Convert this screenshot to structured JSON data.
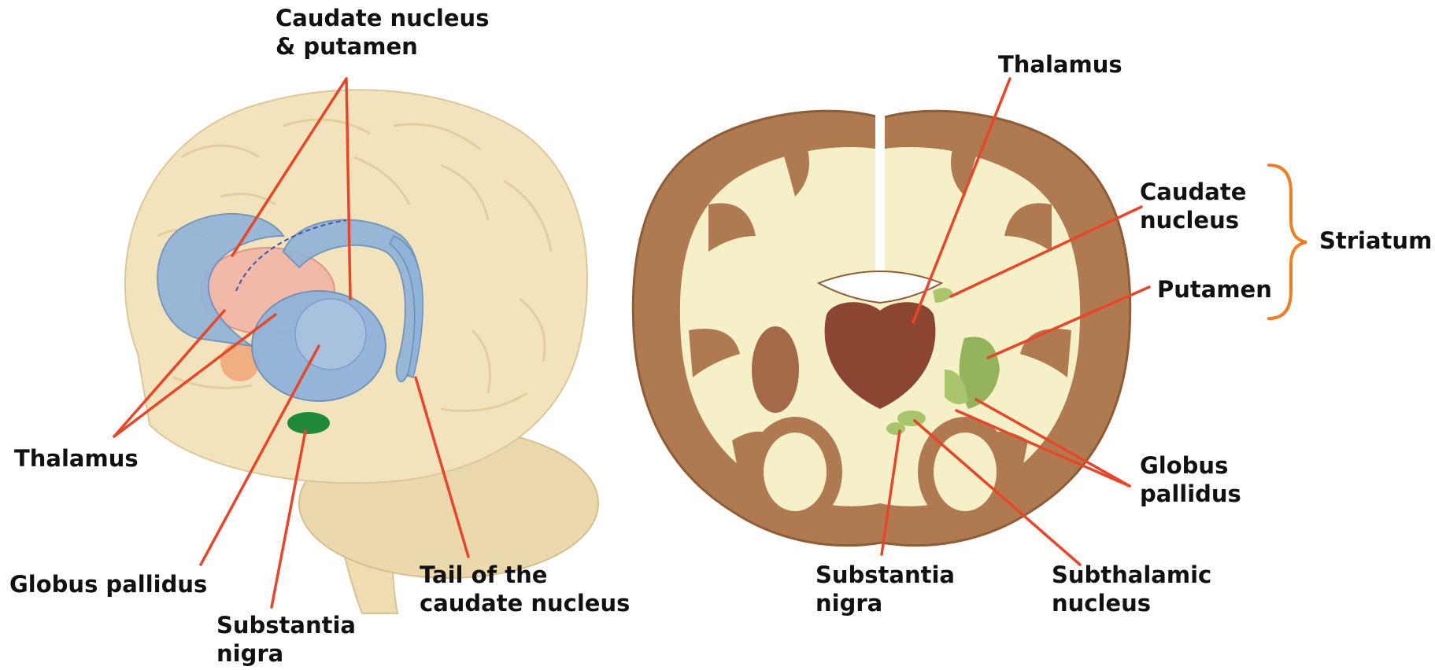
{
  "colors": {
    "leader_line": "#e8462a",
    "bracket": "#f07e26",
    "brain_outer": "#f3e3bd",
    "gray_matter": "#b07a50",
    "white_matter": "#f5f0c8",
    "basal_ganglia_blue": "#8fb3d9",
    "thalamus_pink": "#f2b8a8",
    "substantia_nigra_green": "#1f8a3a",
    "nucleus_green": "#a9c46a"
  },
  "left_panel": {
    "labels": {
      "caudate_putamen": [
        "Caudate nucleus",
        "& putamen"
      ],
      "thalamus": [
        "Thalamus"
      ],
      "globus_pallidus": [
        "Globus pallidus"
      ],
      "substantia_nigra": [
        "Substantia",
        "nigra"
      ],
      "tail_caudate": [
        "Tail of the",
        "caudate nucleus"
      ]
    }
  },
  "right_panel": {
    "labels": {
      "thalamus": [
        "Thalamus"
      ],
      "caudate_nucleus": [
        "Caudate",
        "nucleus"
      ],
      "putamen": [
        "Putamen"
      ],
      "striatum": [
        "Striatum"
      ],
      "globus_pallidus": [
        "Globus",
        "pallidus"
      ],
      "substantia_nigra": [
        "Substantia",
        "nigra"
      ],
      "subthalamic_nucleus": [
        "Subthalamic",
        "nucleus"
      ]
    }
  }
}
